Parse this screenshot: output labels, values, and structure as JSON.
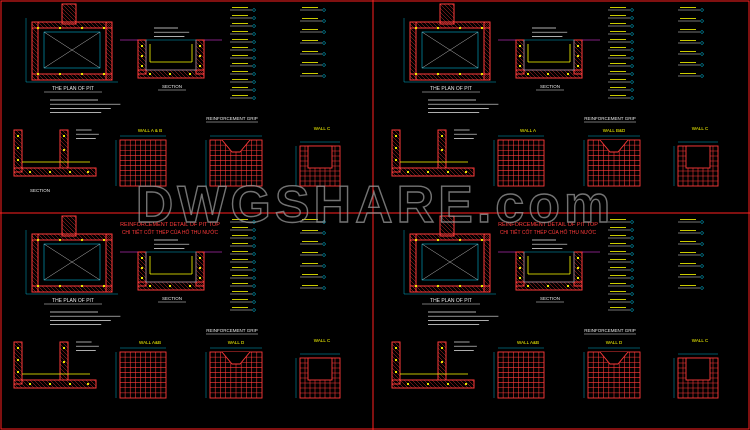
{
  "colors": {
    "background": "#000000",
    "frame": "#ff2020",
    "wall": "#ff3a3a",
    "rebar": "#ffff00",
    "dim": "#00d8ff",
    "white": "#e8e8e8",
    "blue": "#2a6cff",
    "green": "#40ff40",
    "magenta": "#ff40ff",
    "watermark": "#9a9a9a"
  },
  "watermark": "DWGSHARE.com",
  "sheets": [
    {
      "id": "top-left",
      "plan_title": "THE PLAN OF PIT",
      "plan_scale": "",
      "section_title": "SECTION",
      "grid_title": "REINFORCEMENT GRIP",
      "wall_ab": "WALL A & B",
      "wall_b": "",
      "wall_c": "WALL C",
      "section2_title": "SECTION",
      "center_title": "",
      "center_sub": ""
    },
    {
      "id": "top-right",
      "plan_title": "THE PLAN OF PIT",
      "plan_scale": "",
      "section_title": "SECTION",
      "grid_title": "REINFORCEMENT GRIP",
      "wall_ab": "WALL A",
      "wall_b": "WALL B&D",
      "wall_c": "WALL C",
      "section2_title": "",
      "center_title": "",
      "center_sub": ""
    },
    {
      "id": "bottom-left",
      "plan_title": "THE PLAN OF PIT",
      "plan_scale": "",
      "section_title": "SECTION",
      "grid_title": "REINFORCEMENT GRIP",
      "wall_ab": "WALL A&B",
      "wall_b": "WALL D",
      "wall_c": "WALL C",
      "section2_title": "",
      "center_title": "REINFORCEMENT DETAIL OF PIT TOP",
      "center_sub": "CHI TIẾT CỐT THÉP CỦA HỐ THU NƯỚC"
    },
    {
      "id": "bottom-right",
      "plan_title": "THE PLAN OF PIT",
      "plan_scale": "",
      "section_title": "SECTION",
      "grid_title": "REINFORCEMENT GRIP",
      "wall_ab": "WALL A&B",
      "wall_b": "WALL D",
      "wall_c": "WALL C",
      "section2_title": "",
      "center_title": "REINFORCEMENT DETAIL OF PIT TOP",
      "center_sub": "CHI TIẾT CỐT THÉP CỦA HỐ THU NƯỚC"
    }
  ]
}
